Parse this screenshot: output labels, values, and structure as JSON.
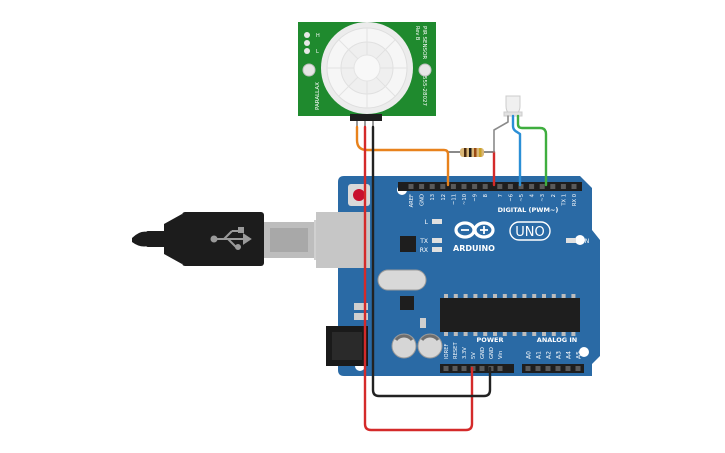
{
  "pir_module": {
    "title": "PIR SENSOR",
    "revision": "Rev B",
    "part_number": "555-28027",
    "maker": "PARALLAX",
    "jumper_labels": [
      "H",
      "L"
    ]
  },
  "arduino": {
    "brand": "ARDUINO",
    "model": "UNO",
    "on_label": "ON",
    "led_labels": [
      "L",
      "TX",
      "RX"
    ],
    "top_header_pins": [
      "AREF",
      "GND",
      "13",
      "12",
      "~11",
      "~10",
      "~9",
      "8",
      "7",
      "~6",
      "~5",
      "4",
      "~3",
      "2",
      "TX 1",
      "RX 0"
    ],
    "digital_label": "DIGITAL (PWM~)",
    "power_label": "POWER",
    "power_pins": [
      "IOREF",
      "RESET",
      "3.3V",
      "5V",
      "GND",
      "GND",
      "Vin"
    ],
    "analog_label": "ANALOG IN",
    "analog_pins": [
      "A0",
      "A1",
      "A2",
      "A3",
      "A4",
      "A5"
    ]
  },
  "wire_colors": {
    "orange": "#e8821c",
    "red": "#d42a2a",
    "black": "#222222",
    "blue": "#2b8fd6",
    "green": "#3fae3f",
    "gray": "#8a8a8a"
  },
  "board_color": "#2a6aa5",
  "pir_board_color": "#1f8a2e"
}
